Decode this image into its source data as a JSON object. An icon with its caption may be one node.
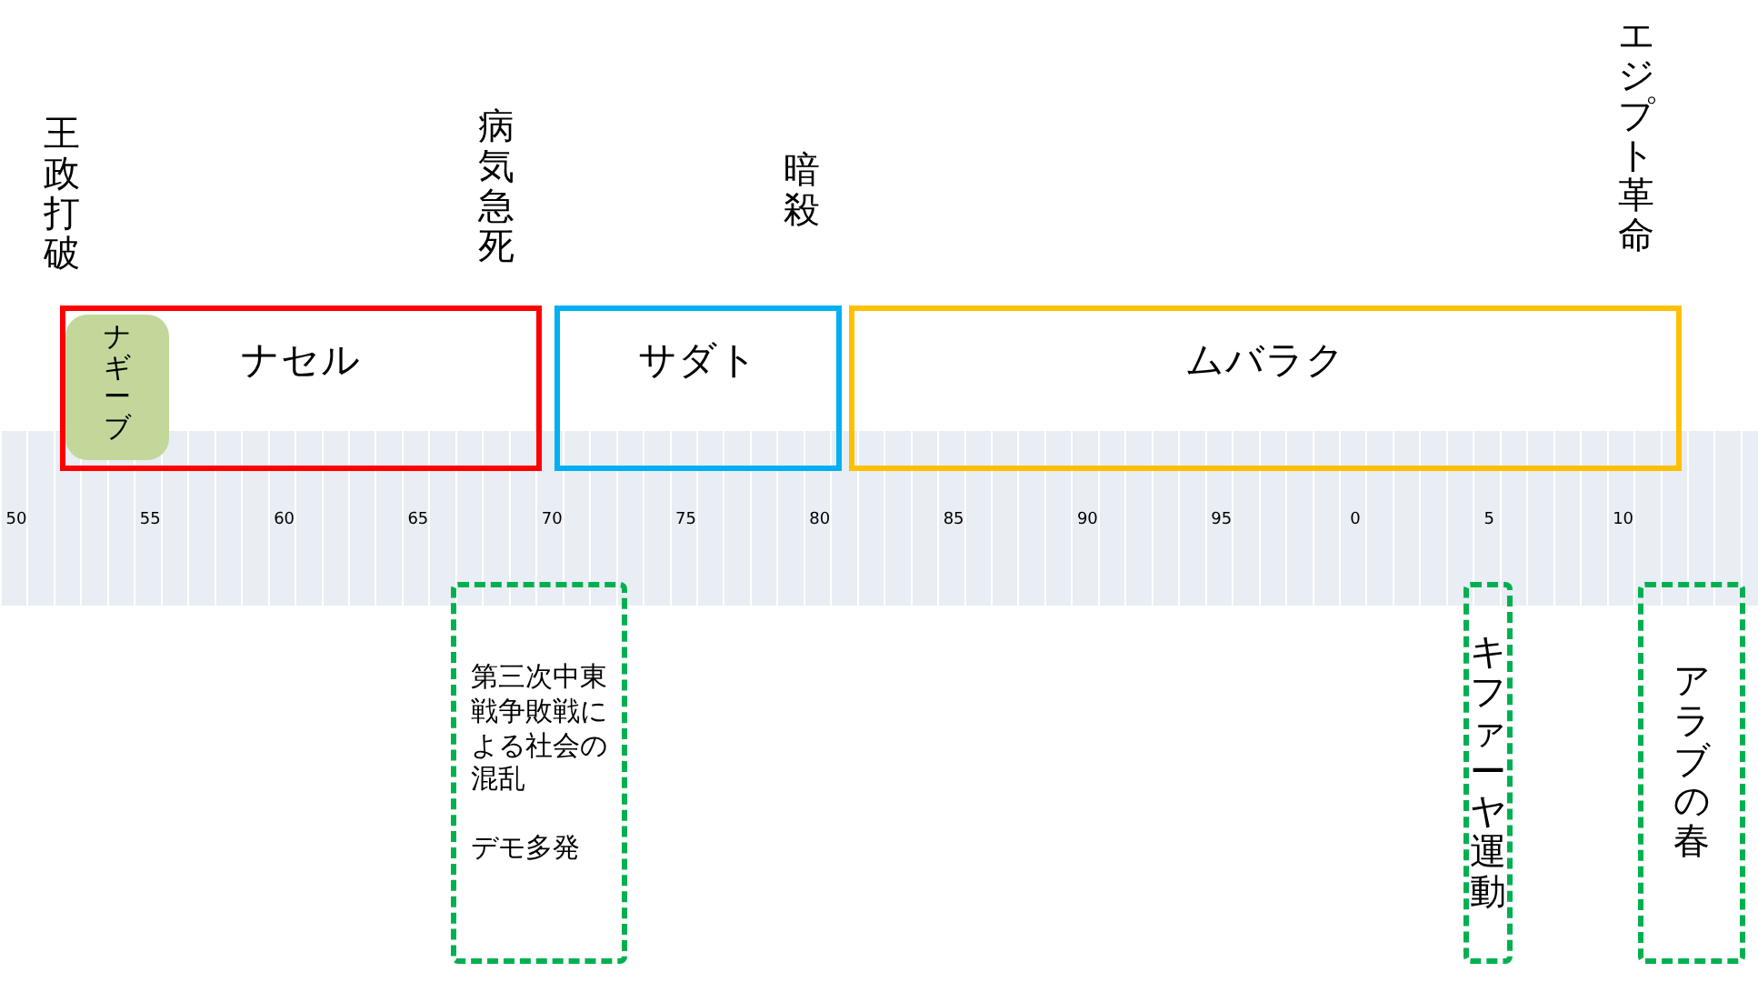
{
  "diagram": {
    "nodes": [
      {
        "text": [
          "ナセル"
        ]
      },
      {
        "text": [
          "ナギーブ"
        ],
        "in": 0
      },
      {
        "text": [
          "サダト"
        ]
      },
      {
        "text": [
          "ムバラク"
        ]
      },
      {
        "text": [
          "第三次中東戦争敗戦による社会の混乱",
          "デモ多発"
        ]
      },
      {
        "text": [
          "キファーヤ運動"
        ]
      },
      {
        "text": [
          "アラブの春"
        ]
      }
    ],
    "edges": [],
    "labels": [
      "王政打破",
      "病気急死",
      "暗殺",
      "エジプト革命",
      "50",
      "55",
      "60",
      "65",
      "70",
      "75",
      "80",
      "85",
      "90",
      "95",
      "0",
      "5",
      "10"
    ]
  }
}
